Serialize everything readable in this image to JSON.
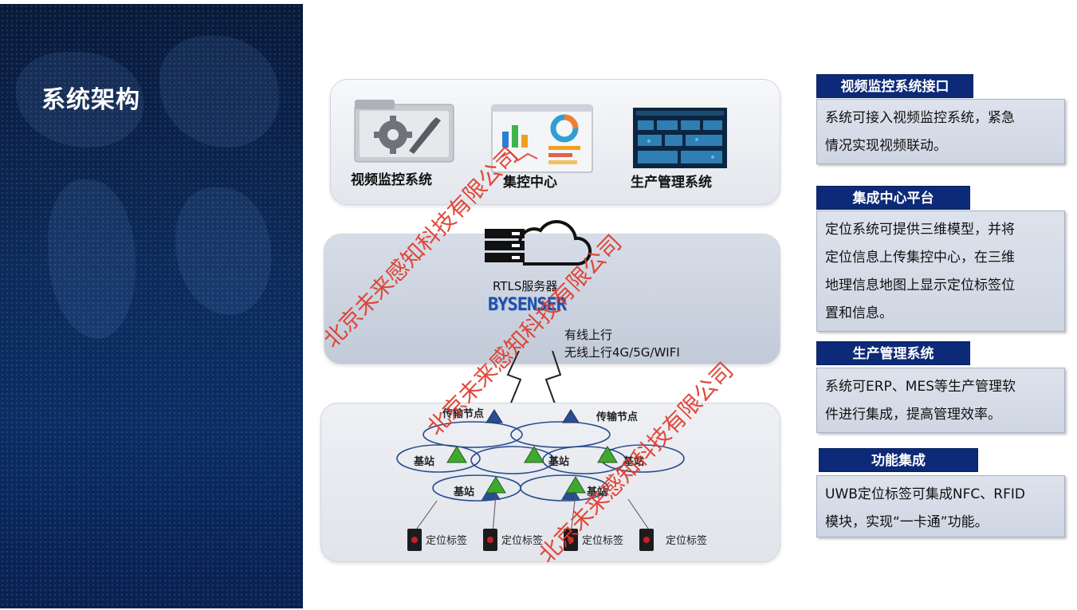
{
  "page": {
    "title": "系统架构"
  },
  "diagram": {
    "apps": [
      {
        "label": "视频监控系统"
      },
      {
        "label": "集控中心"
      },
      {
        "label": "生产管理系统"
      }
    ],
    "server": {
      "label": "RTLS服务器",
      "brand": "BYSENSER",
      "uplink_wired": "有线上行",
      "uplink_wireless": "无线上行4G/5G/WIFI"
    },
    "network": {
      "transfer_node": "传输节点",
      "base_station": "基站",
      "tag": "定位标签"
    }
  },
  "watermark": {
    "text": "北京未来感知科技有限公司"
  },
  "panels": [
    {
      "title": "视频监控系统接口",
      "lines": [
        "系统可接入视频监控系统，紧急",
        "情况实现视频联动。"
      ]
    },
    {
      "title": "集成中心平台",
      "lines": [
        "定位系统可提供三维模型，并将",
        "定位信息上传集控中心，在三维",
        "地理信息地图上显示定位标签位",
        "置和信息。"
      ]
    },
    {
      "title": "生产管理系统",
      "lines": [
        "系统可ERP、MES等生产管理软",
        "件进行集成，提高管理效率。"
      ]
    },
    {
      "title": "功能集成",
      "lines": [
        "UWB定位标签可集成NFC、RFID",
        "模块，实现“一卡通”功能。"
      ]
    }
  ],
  "colors": {
    "left_panel": "#0d2b5a",
    "panel_header": "#0d2a78",
    "triangle_green": "#3fa82e",
    "triangle_blue": "#2a4d8f",
    "watermark": "#e03a2a"
  }
}
